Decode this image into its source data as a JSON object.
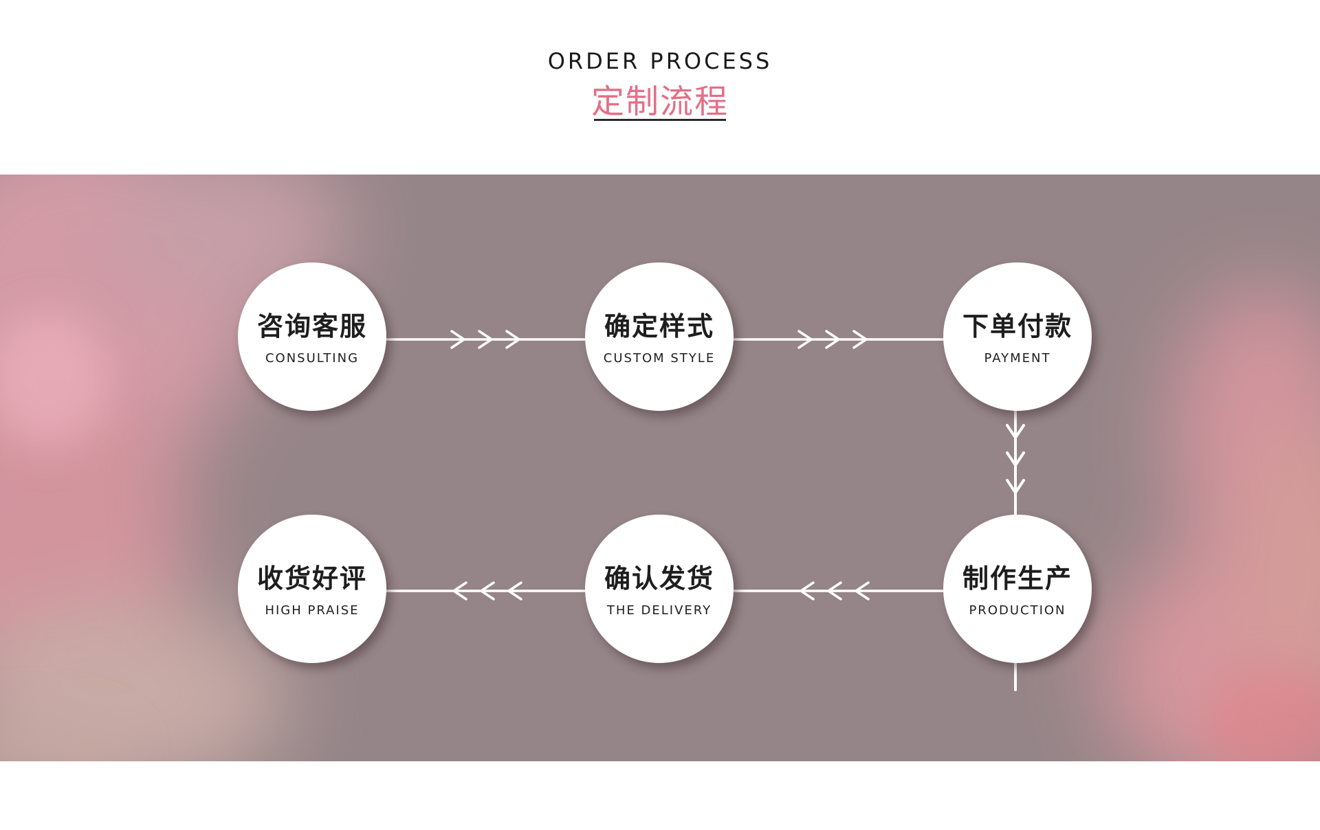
{
  "header": {
    "title_en": "ORDER PROCESS",
    "title_zh": "定制流程"
  },
  "colors": {
    "accent": "#e46f86",
    "band": "#958588",
    "connector": "#ffffff",
    "node": "#ffffff",
    "text": "#1e1e1e"
  },
  "steps": [
    {
      "zh": "咨询客服",
      "en": "CONSULTING"
    },
    {
      "zh": "确定样式",
      "en": "CUSTOM STYLE"
    },
    {
      "zh": "下单付款",
      "en": "PAYMENT"
    },
    {
      "zh": "制作生产",
      "en": "PRODUCTION"
    },
    {
      "zh": "确认发货",
      "en": "THE DELIVERY"
    },
    {
      "zh": "收货好评",
      "en": "HIGH PRAISE"
    }
  ],
  "connectors": [
    {
      "from": 1,
      "to": 2,
      "direction": "right",
      "chevrons": 3
    },
    {
      "from": 2,
      "to": 3,
      "direction": "right",
      "chevrons": 3
    },
    {
      "from": 3,
      "to": 4,
      "direction": "down",
      "chevrons": 3
    },
    {
      "from": 4,
      "to": 5,
      "direction": "left",
      "chevrons": 3
    },
    {
      "from": 5,
      "to": 6,
      "direction": "left",
      "chevrons": 3
    }
  ]
}
